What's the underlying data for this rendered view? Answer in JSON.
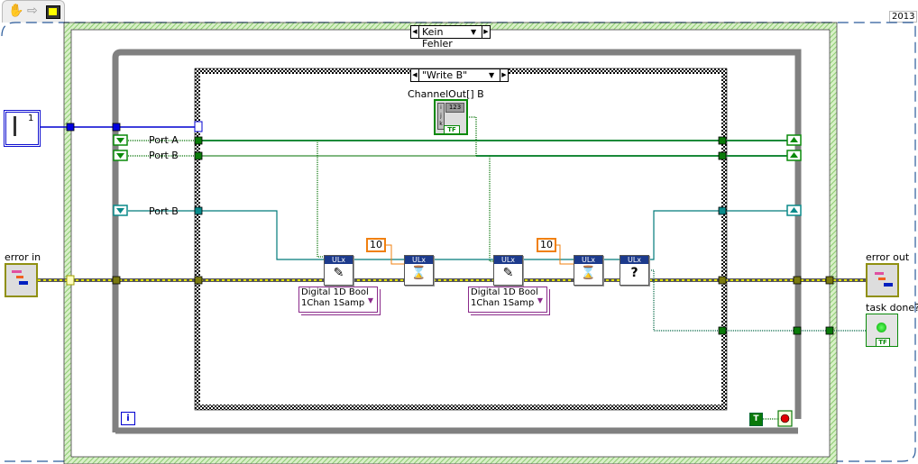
{
  "toolbar": {
    "icons": [
      "hand-icon",
      "arrow-icon",
      "vi-icon"
    ]
  },
  "version_label": "2013",
  "outer_case": {
    "selector": "Kein Fehler"
  },
  "inner_case": {
    "selector": "\"Write B\""
  },
  "channel_out": {
    "label": "ChannelOut[] B",
    "type_label": "123",
    "bool_label": "TF"
  },
  "left_control": {
    "value": "1"
  },
  "shift_registers": [
    {
      "label": "Port A"
    },
    {
      "label": "Port B"
    },
    {
      "label": "Port B"
    }
  ],
  "error_in": {
    "label": "error in"
  },
  "error_out": {
    "label": "error out"
  },
  "task_done": {
    "label": "task done?",
    "bool_label": "TF"
  },
  "constants": [
    "10",
    "10"
  ],
  "rings": [
    {
      "line1": "Digital 1D Bool",
      "line2": "1Chan 1Samp"
    },
    {
      "line1": "Digital 1D Bool",
      "line2": "1Chan 1Samp"
    }
  ],
  "ulx_nodes": [
    {
      "header": "ULx",
      "icon": "write-icon"
    },
    {
      "header": "ULx",
      "icon": "wait-icon"
    },
    {
      "header": "ULx",
      "icon": "write-icon"
    },
    {
      "header": "ULx",
      "icon": "wait-icon"
    },
    {
      "header": "ULx",
      "icon": "is-done-icon",
      "glyph": "?"
    }
  ],
  "loop": {
    "iteration": "i",
    "true_constant": "T"
  },
  "colors": {
    "error_wire": "#c8c800",
    "bool_wire": "#007000",
    "teal_wire": "#007a7a",
    "int_wire": "#0000d0",
    "const": "#f08010"
  }
}
